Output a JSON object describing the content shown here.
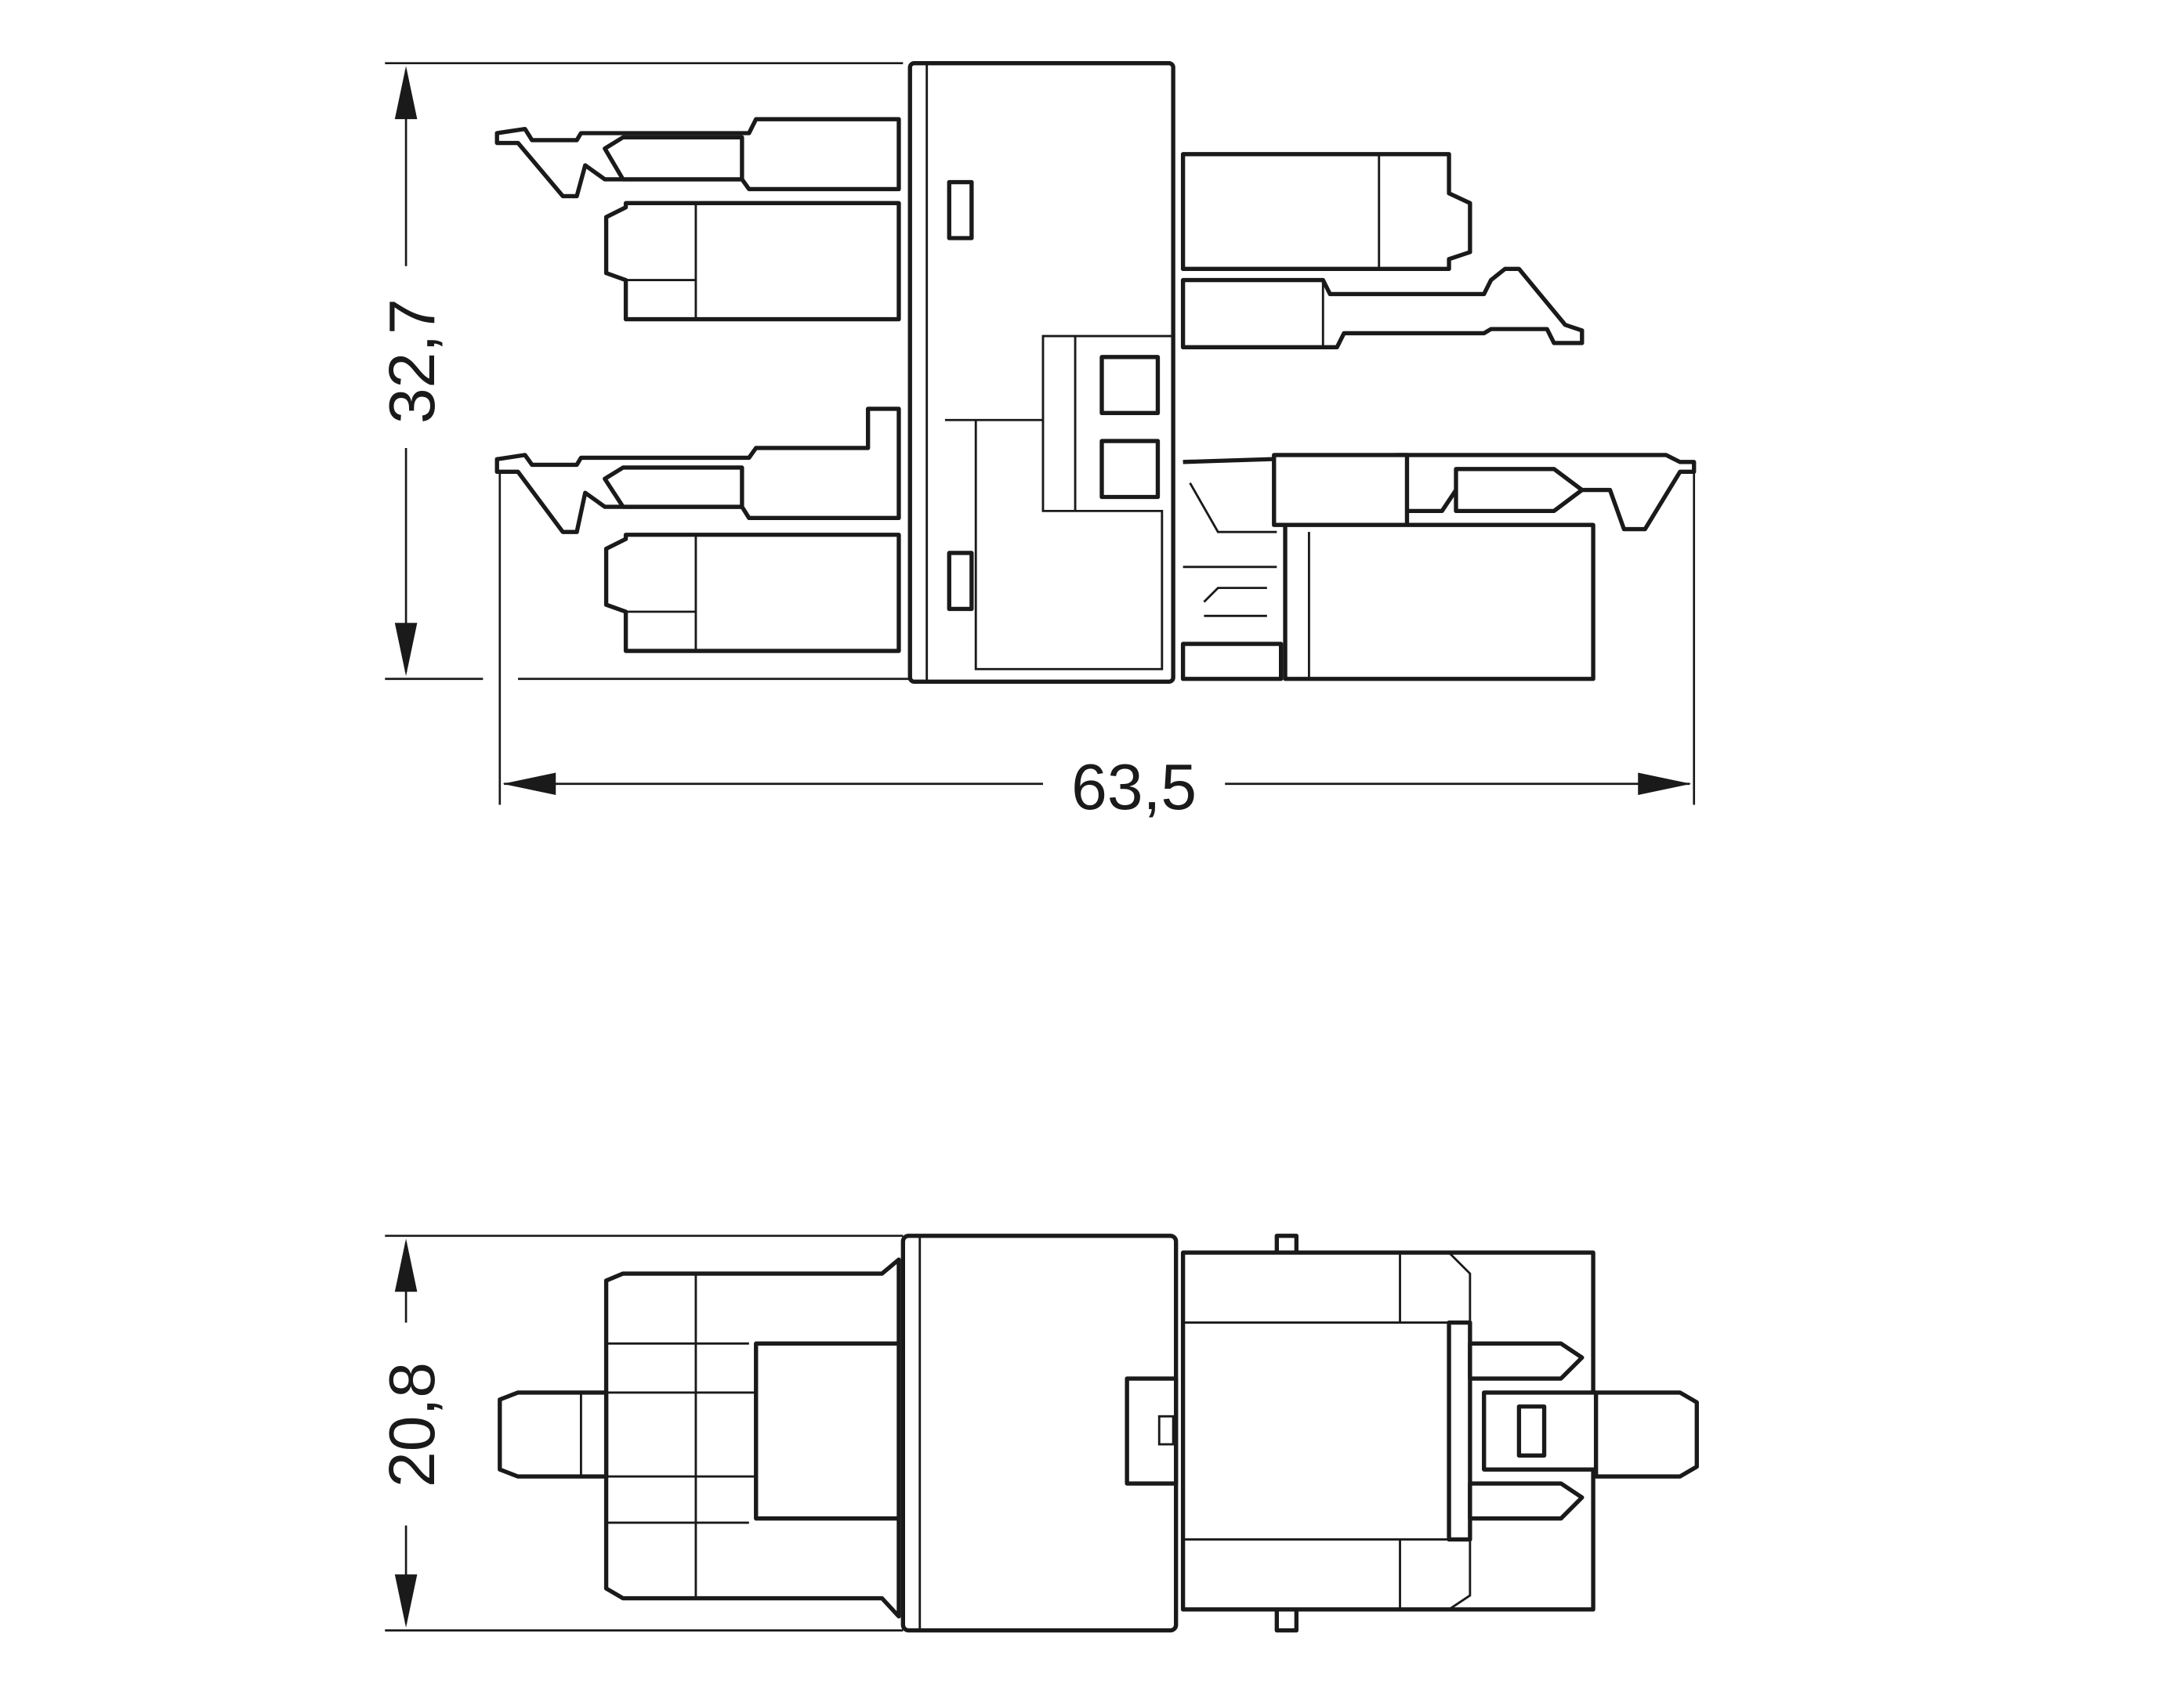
{
  "dimensions": {
    "top_height": "32,7",
    "top_width": "63,5",
    "bottom_height": "20,8"
  },
  "colors": {
    "line": "#1a1a1a",
    "background": "#ffffff"
  }
}
